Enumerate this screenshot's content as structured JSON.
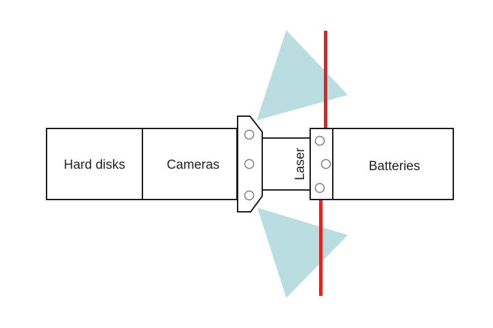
{
  "diagram": {
    "components": [
      {
        "id": "hard-disks",
        "label": "Hard disks"
      },
      {
        "id": "cameras",
        "label": "Cameras"
      },
      {
        "id": "laser",
        "label": "Laser"
      },
      {
        "id": "batteries",
        "label": "Batteries"
      }
    ],
    "camera_mount": {
      "holes": 3
    },
    "laser_mount": {
      "holes": 3
    },
    "fields_of_view": {
      "count": 2,
      "color": "#b9dde1"
    },
    "laser_beam": {
      "color": "#e02424"
    },
    "outline_color": "#1a1a1a"
  }
}
